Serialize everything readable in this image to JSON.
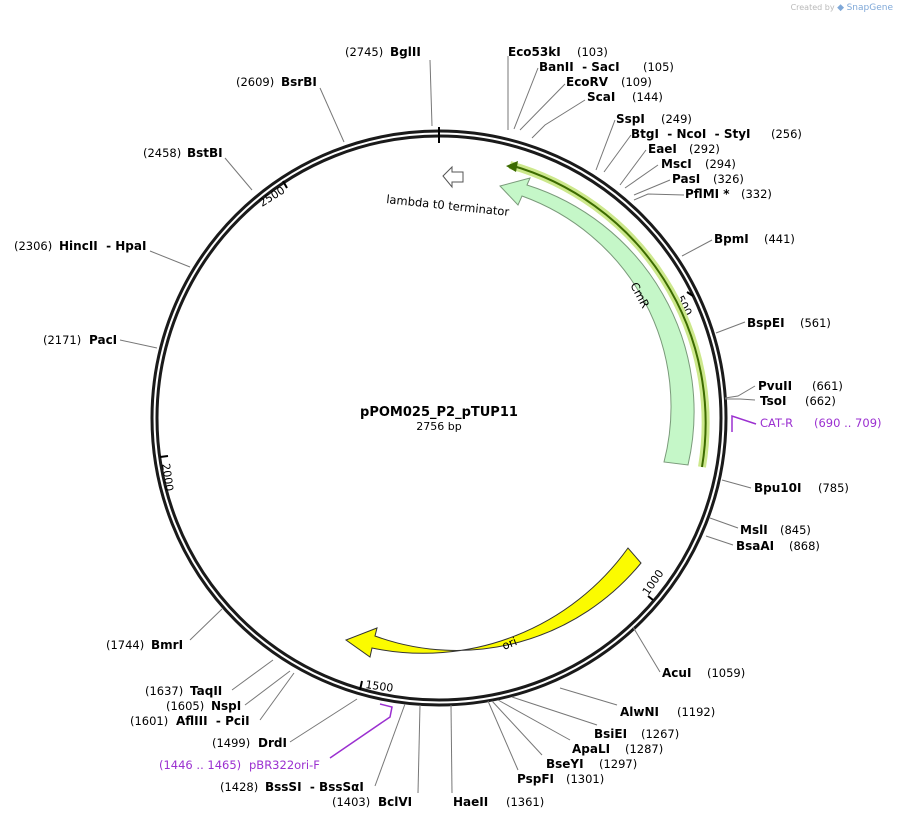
{
  "watermark": {
    "prefix": "Created by",
    "brand": "SnapGene"
  },
  "plasmid": {
    "name": "pPOM025_P2_pTUP11",
    "length_label": "2756 bp",
    "length": 2756
  },
  "ticks": [
    "500",
    "1000",
    "1500",
    "2000",
    "2500"
  ],
  "features": [
    {
      "name": "CmR",
      "color": "#c5f7c8",
      "stroke": "#7a9a7a"
    },
    {
      "name": "ori",
      "color": "#fbfb00",
      "stroke": "#333333"
    },
    {
      "name": "lambda t0 terminator",
      "color": "#ffffff",
      "stroke": "#555555"
    }
  ],
  "orf": {
    "color": "#3c6b00",
    "highlight": "#cde88c"
  },
  "enzymes": [
    {
      "name": "BglII",
      "pos": "(2745)"
    },
    {
      "name": "BsrBI",
      "pos": "(2609)"
    },
    {
      "name": "BstBI",
      "pos": "(2458)"
    },
    {
      "name": "HincII  - HpaI",
      "pos": "(2306)"
    },
    {
      "name": "PacI",
      "pos": "(2171)"
    },
    {
      "name": "BmrI",
      "pos": "(1744)"
    },
    {
      "name": "TaqII",
      "pos": "(1637)"
    },
    {
      "name": "NspI",
      "pos": "(1605)"
    },
    {
      "name": "AflIII  - PciI",
      "pos": "(1601)"
    },
    {
      "name": "DrdI",
      "pos": "(1499)"
    },
    {
      "name": "BssSI  - BssSαI",
      "pos": "(1428)"
    },
    {
      "name": "BclVI",
      "pos": "(1403)"
    },
    {
      "name": "HaeII",
      "pos": "(1361)"
    },
    {
      "name": "PspFI",
      "pos": "(1301)"
    },
    {
      "name": "BseYI",
      "pos": "(1297)"
    },
    {
      "name": "ApaLI",
      "pos": "(1287)"
    },
    {
      "name": "BsiEI",
      "pos": "(1267)"
    },
    {
      "name": "AlwNI",
      "pos": "(1192)"
    },
    {
      "name": "AcuI",
      "pos": "(1059)"
    },
    {
      "name": "BsaAI",
      "pos": "(868)"
    },
    {
      "name": "MslI",
      "pos": "(845)"
    },
    {
      "name": "Bpu10I",
      "pos": "(785)"
    },
    {
      "name": "TsoI",
      "pos": "(662)"
    },
    {
      "name": "PvuII",
      "pos": "(661)"
    },
    {
      "name": "BspEI",
      "pos": "(561)"
    },
    {
      "name": "BpmI",
      "pos": "(441)"
    },
    {
      "name": "PflMI *",
      "pos": "(332)"
    },
    {
      "name": "PasI",
      "pos": "(326)"
    },
    {
      "name": "MscI",
      "pos": "(294)"
    },
    {
      "name": "EaeI",
      "pos": "(292)"
    },
    {
      "name": "BtgI  - NcoI  - StyI",
      "pos": "(256)"
    },
    {
      "name": "SspI",
      "pos": "(249)"
    },
    {
      "name": "ScaI",
      "pos": "(144)"
    },
    {
      "name": "EcoRV",
      "pos": "(109)"
    },
    {
      "name": "BanII  - SacI",
      "pos": "(105)"
    },
    {
      "name": "Eco53kI",
      "pos": "(103)"
    }
  ],
  "primers": [
    {
      "name": "CAT-R",
      "range": "(690 .. 709)",
      "color": "#9b30d0"
    },
    {
      "name": "pBR322ori-F",
      "range": "(1446 .. 1465)",
      "color": "#9b30d0"
    }
  ]
}
